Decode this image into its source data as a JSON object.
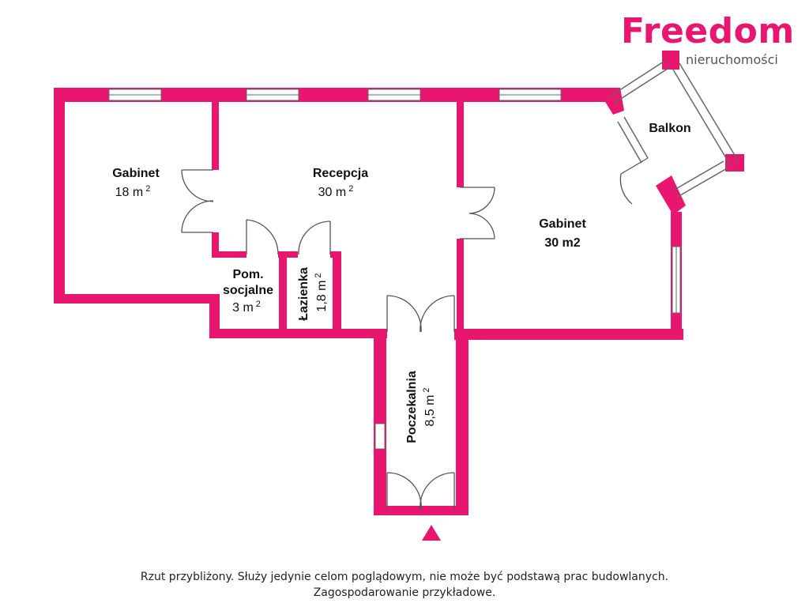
{
  "brand": {
    "name": "Freedom",
    "subtitle": "nieruchomości",
    "color": "#e8166f"
  },
  "rooms": {
    "gabinet_left": {
      "name": "Gabinet",
      "area": "18 m",
      "sup": "2"
    },
    "recepcja": {
      "name": "Recepcja",
      "area": "30 m",
      "sup": "2"
    },
    "gabinet_right": {
      "name": "Gabinet",
      "area": "30 m2"
    },
    "balkon": {
      "name": "Balkon"
    },
    "pom_socjalne": {
      "name_line1": "Pom.",
      "name_line2": "socjalne",
      "area": "3 m",
      "sup": "2"
    },
    "lazienka": {
      "name": "Łazienka",
      "area": "1,8 m",
      "sup": "2"
    },
    "poczekalnia": {
      "name": "Poczekalnia",
      "area": "8,5 m",
      "sup": "2"
    }
  },
  "entrance_marker": "triangle-up-icon",
  "footer": {
    "line1": "Rzut przybliżony. Służy jedynie celom poglądowym, nie może być podstawą prac budowlanych.",
    "line2": "Zagospodarowanie przykładowe."
  }
}
